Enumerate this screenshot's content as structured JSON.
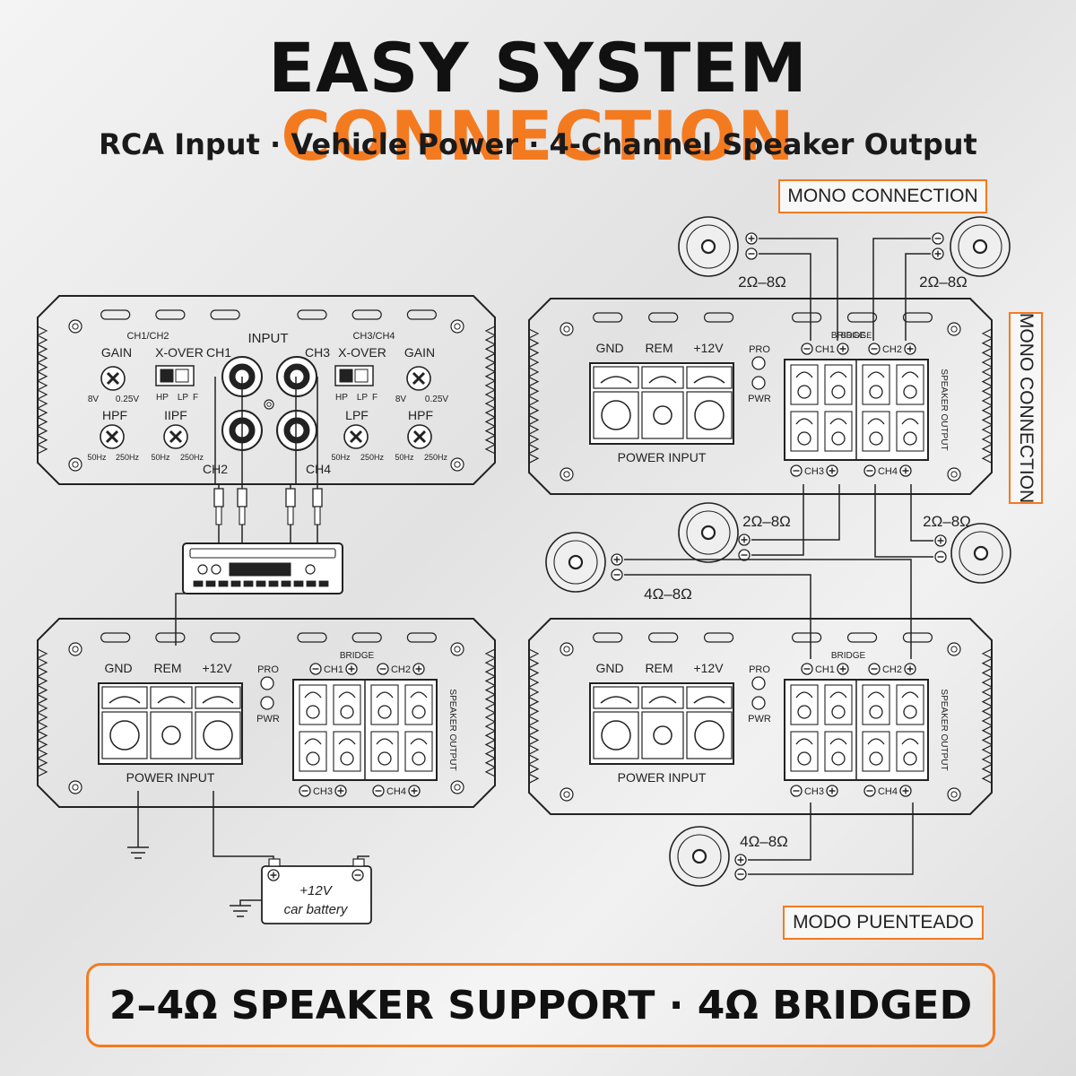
{
  "header": {
    "title_part1": "EASY SYSTEM ",
    "title_part2": "CONNECTION",
    "subtitle": "RCA Input · Vehicle Power · 4-Channel Speaker Output"
  },
  "tags": {
    "mono_top": "MONO CONNECTION",
    "mono_side": "MONO CONNECTION",
    "bridged": "MODO PUENTEADO"
  },
  "footer": {
    "text": "2–4Ω SPEAKER SUPPORT · 4Ω BRIDGED"
  },
  "amp_front": {
    "group_left": "CH1/CH2",
    "group_right": "CH3/CH4",
    "input": "INPUT",
    "gain": "GAIN",
    "xover": "X-OVER",
    "ch1": "CH1",
    "ch2": "CH2",
    "ch3": "CH3",
    "ch4": "CH4",
    "gain_range_lo": "8V",
    "gain_range_hi": "0.25V",
    "hp": "HP",
    "lp": "LP",
    "f": "F",
    "hpf": "HPF",
    "lpf": "LPF",
    "lpf_left": "IIPF",
    "freq_lo": "50Hz",
    "freq_hi": "250Hz"
  },
  "amp_rear": {
    "gnd": "GND",
    "rem": "REM",
    "v12": "+12V",
    "pro": "PRO",
    "pwr": "PWR",
    "bridge": "BRIDGE",
    "ch1": "CH1",
    "ch2": "CH2",
    "ch3": "CH3",
    "ch4": "CH4",
    "speaker_output": "SPEAKER OUTPUT",
    "power_input": "POWER INPUT"
  },
  "battery": {
    "line1": "+12V",
    "line2": "car battery"
  },
  "impedance": {
    "mono": "2Ω–8Ω",
    "bridged": "4Ω–8Ω"
  },
  "colors": {
    "accent": "#f47a20",
    "line": "#222222"
  }
}
